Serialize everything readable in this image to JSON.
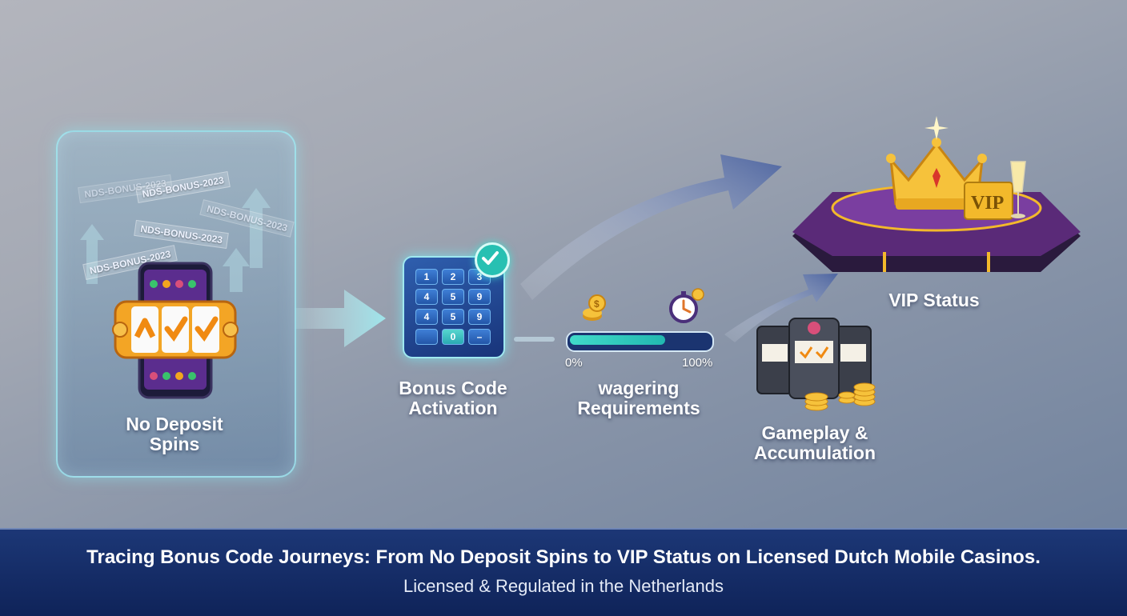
{
  "stages": {
    "no_deposit": {
      "label_line1": "No Deposit",
      "label_line2": "Spins",
      "codes": [
        "NDS-BONUS-2023",
        "NDS-BONUS-2023",
        "NDS-BONUS-2023",
        "NDS-BONUS-2023",
        "NDS-BONUS-2023"
      ]
    },
    "activation": {
      "label_line1": "Bonus Code",
      "label_line2": "Activation",
      "keys": [
        "1",
        "2",
        "3",
        "4",
        "5",
        "9",
        "4",
        "5",
        "9",
        "",
        "0",
        "–"
      ]
    },
    "wagering": {
      "label_line1": "wagering",
      "label_line2": "Requirements",
      "progress_start": "0%",
      "progress_end": "100%",
      "progress_fraction": 0.68
    },
    "gameplay": {
      "label_line1": "Gameplay &",
      "label_line2": "Accumulation"
    },
    "vip": {
      "label": "VIP Status",
      "badge": "VIP"
    }
  },
  "footer": {
    "title": "Tracing Bonus Code Journeys: From No Deposit Spins to VIP Status on Licensed Dutch Mobile Casinos.",
    "subtitle": "Licensed & Regulated in the Netherlands"
  },
  "colors": {
    "accent_teal": "#27c0b2",
    "panel_border": "#9fe8f0",
    "footer_bg": "#1c3776",
    "gold": "#f3b92b",
    "purple": "#5a2a78"
  },
  "icons": [
    "slot-machine-icon",
    "phone-icon",
    "keypad-icon",
    "check-icon",
    "coins-icon",
    "stopwatch-icon",
    "slot-machines-icon",
    "crown-icon",
    "vip-plaque-icon",
    "champagne-icon",
    "flow-arrow-icon"
  ]
}
